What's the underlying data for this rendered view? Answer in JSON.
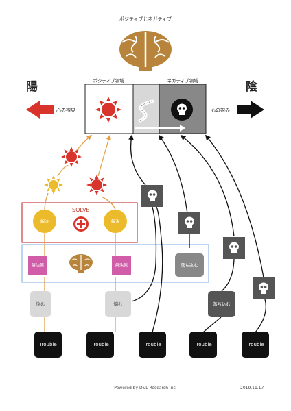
{
  "title": "ポジティブとネガティブ",
  "left_label": "陽",
  "right_label": "陰",
  "vision_left": "心の視界",
  "vision_right": "心の視界",
  "positive_region": "ポジティブ領域",
  "negative_region": "ネガティブ領域",
  "solve_label": "SOLVE",
  "solve_node_label": "解決",
  "solution_label": "解決策",
  "worry_label": "悩む",
  "depressed_label": "落ち込む",
  "trouble_label": "Trouble",
  "footer_credit": "Powered by D&L Research Inc.",
  "footer_date": "2019.11.17",
  "colors": {
    "positive_red": "#d9342b",
    "sun_yellow": "#ecbb2b",
    "solve_box_red": "#c84040",
    "think_box_blue": "#8fb8e6",
    "solution_pink": "#d15ca7",
    "brain_brown": "#b8833a",
    "worry_gray": "#d8d8d8",
    "dark_gray": "#555555",
    "trouble_black": "#111111",
    "connector_orange": "#e3a24a"
  }
}
